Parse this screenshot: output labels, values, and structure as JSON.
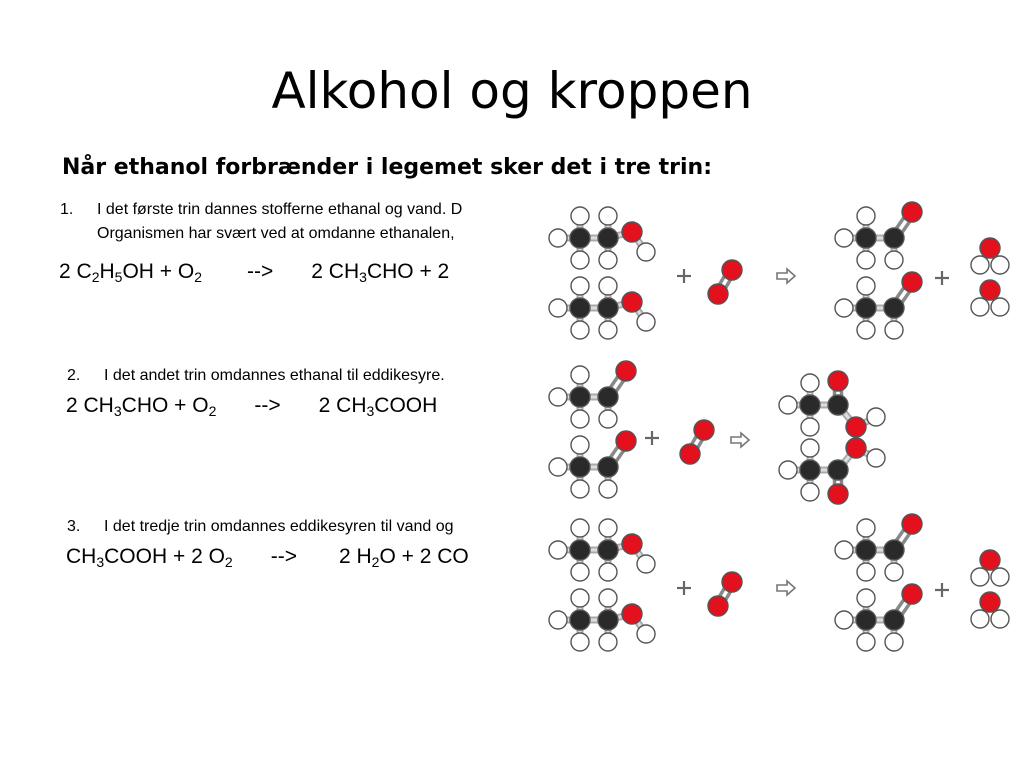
{
  "slide": {
    "title": "Alkohol og kroppen",
    "subtitle": "Når ethanol forbrænder i legemet sker det i tre trin:"
  },
  "steps": [
    {
      "number": "1.",
      "line1": "I det første trin dannes stofferne ethanal og vand. D",
      "line2": "Organismen har svært ved at omdanne ethanalen,",
      "equation": {
        "p1": "2 C",
        "s1": "2",
        "p2": "H",
        "s2": "5",
        "p3": "OH  +  O",
        "s3": "2",
        "arrow": "-->",
        "p4": "2 CH",
        "s4": "3",
        "p5": "CHO +  2"
      }
    },
    {
      "number": "2.",
      "line1": "I det andet trin omdannes ethanal til eddikesyre.",
      "equation": {
        "p1": "2 CH",
        "s1": "3",
        "p2": "CHO  +   O",
        "s2": "2",
        "arrow": "-->",
        "p3": "2 CH",
        "s3": "3",
        "p4": "COOH"
      }
    },
    {
      "number": "3.",
      "line1": "I det tredje trin omdannes eddikesyren til vand og",
      "equation": {
        "p1": "CH",
        "s1": "3",
        "p2": "COOH  + 2 O",
        "s2": "2",
        "arrow": "-->",
        "p3": "2 H",
        "s3": "2",
        "p4": "O + 2 CO"
      }
    }
  ],
  "diagram": {
    "plus_symbol": "+",
    "colors": {
      "carbon": "#2a2a2a",
      "oxygen": "#e3101d",
      "hydrogen": "#ffffff",
      "outline": "#555555",
      "arrow": "#777777"
    }
  }
}
